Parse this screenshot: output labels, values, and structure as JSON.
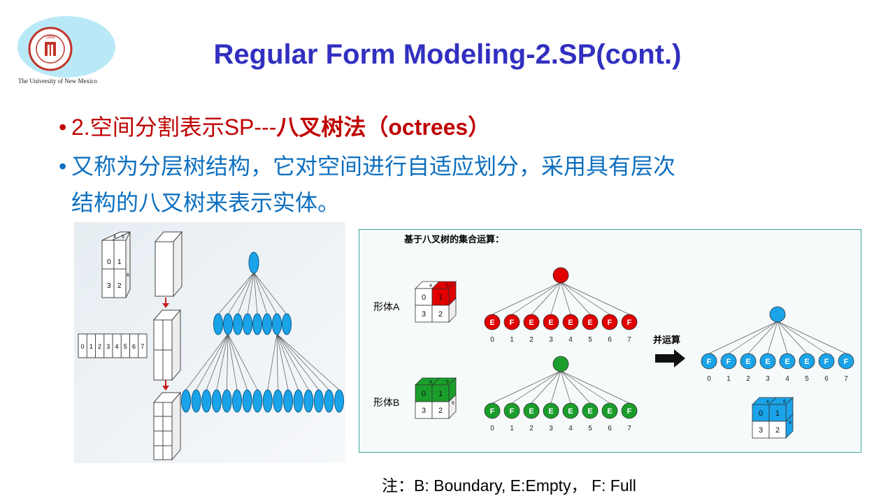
{
  "logo": {
    "caption": "The University of New Mexico",
    "year": "1896"
  },
  "title": "Regular Form Modeling-2.SP(cont.)",
  "bullets": {
    "b1_prefix": "2.空间分割表示SP---",
    "b1_emphasis": "八叉树法（octrees）",
    "b2_line1": "又称为分层树结构，它对空间进行自适应划分，采用具有层次",
    "b2_line2": "结构的八叉树来表示实体。"
  },
  "left_figure": {
    "cube_labels": [
      "4",
      "5",
      "0",
      "1",
      "3",
      "2",
      "6"
    ],
    "strip_labels": [
      "0",
      "1",
      "2",
      "3",
      "4",
      "5",
      "6",
      "7"
    ]
  },
  "right_figure": {
    "heading": "基于八叉树的集合运算：",
    "shape_a": {
      "label": "形体A",
      "cube": [
        "0",
        "1",
        "3",
        "2",
        "4",
        "5"
      ],
      "nodes": [
        "E",
        "F",
        "E",
        "E",
        "E",
        "E",
        "F",
        "F"
      ],
      "color": "#e00000"
    },
    "shape_b": {
      "label": "形体B",
      "cube": [
        "0",
        "1",
        "3",
        "2",
        "4",
        "5",
        "6"
      ],
      "nodes": [
        "F",
        "F",
        "E",
        "E",
        "E",
        "E",
        "E",
        "F"
      ],
      "color": "#1a9e2b"
    },
    "union": {
      "label": "并运算",
      "cube": [
        "0",
        "1",
        "3",
        "2",
        "4",
        "5",
        "6"
      ],
      "nodes": [
        "F",
        "F",
        "E",
        "E",
        "E",
        "E",
        "F",
        "F"
      ],
      "color": "#1aa3e8"
    },
    "indices": [
      "0",
      "1",
      "2",
      "3",
      "4",
      "5",
      "6",
      "7"
    ]
  },
  "note": "注：B: Boundary, E:Empty， F: Full",
  "colors": {
    "title": "#3130c0",
    "bullet_red": "#c00000",
    "bullet_blue": "#0d6fbf",
    "panel_border": "#3aa79a"
  }
}
